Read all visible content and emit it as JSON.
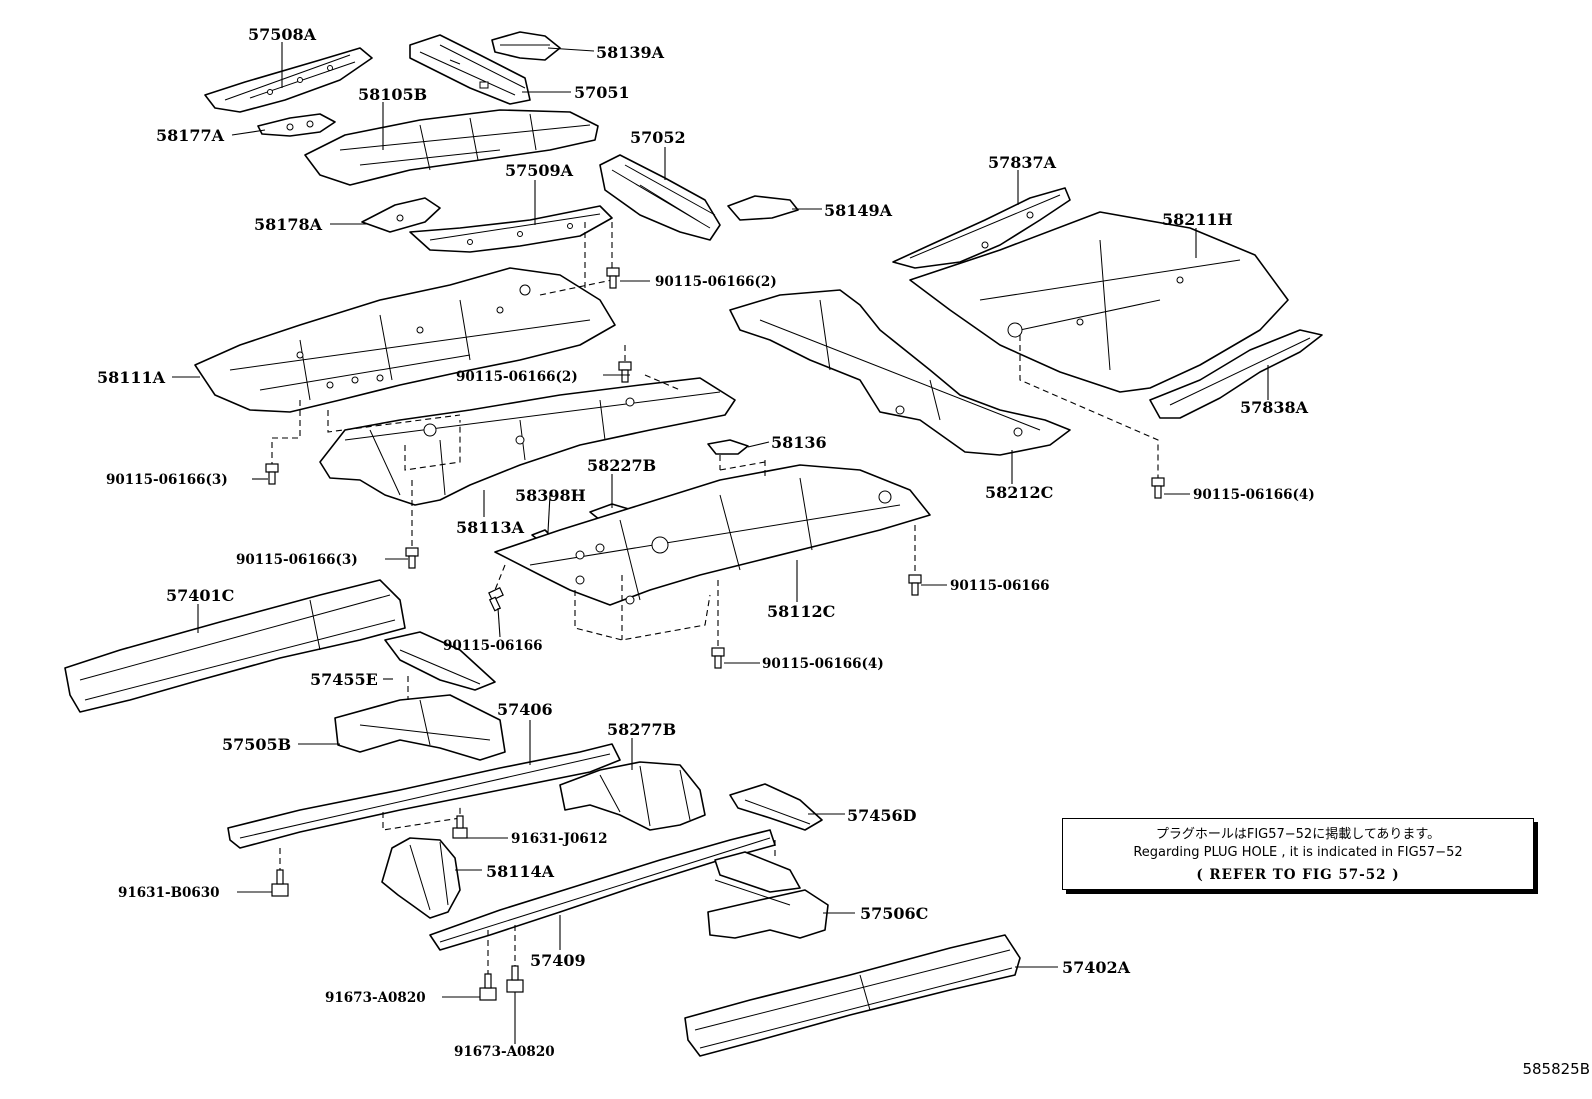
{
  "labels": {
    "l57508a": "57508A",
    "l58139a": "58139A",
    "l57051": "57051",
    "l58105b": "58105B",
    "l58177a": "58177A",
    "l57052": "57052",
    "l57509a": "57509A",
    "l58178a": "58178A",
    "l58149a": "58149A",
    "l57837a": "57837A",
    "l58211h": "58211H",
    "l58111a": "58111A",
    "l57838a": "57838A",
    "l58136": "58136",
    "l58227b": "58227B",
    "l58398h": "58398H",
    "l58113a": "58113A",
    "l58212c": "58212C",
    "l58112c": "58112C",
    "l57401c": "57401C",
    "l57455e": "57455E",
    "l57406": "57406",
    "l58277b": "58277B",
    "l57505b": "57505B",
    "l57456d": "57456D",
    "l58114a": "58114A",
    "l57506c": "57506C",
    "l57409": "57409",
    "l57402a": "57402A"
  },
  "fasteners": {
    "f1": "90115-06166(2)",
    "f2": "90115-06166(2)",
    "f3": "90115-06166(3)",
    "f4": "90115-06166(3)",
    "f5": "90115-06166(4)",
    "f6": "90115-06166",
    "f7": "90115-06166",
    "f8": "90115-06166(4)",
    "f9": "91631-J0612",
    "f10": "91631-B0630",
    "f11": "91673-A0820",
    "f12": "91673-A0820"
  },
  "note": {
    "japanese": "プラグホールはFIG57−52に掲載してあります。",
    "english": "Regarding  PLUG HOLE , it is indicated in FIG57−52",
    "reference": "(   REFER TO FIG 57-52   )"
  },
  "figure_id": "585825B"
}
